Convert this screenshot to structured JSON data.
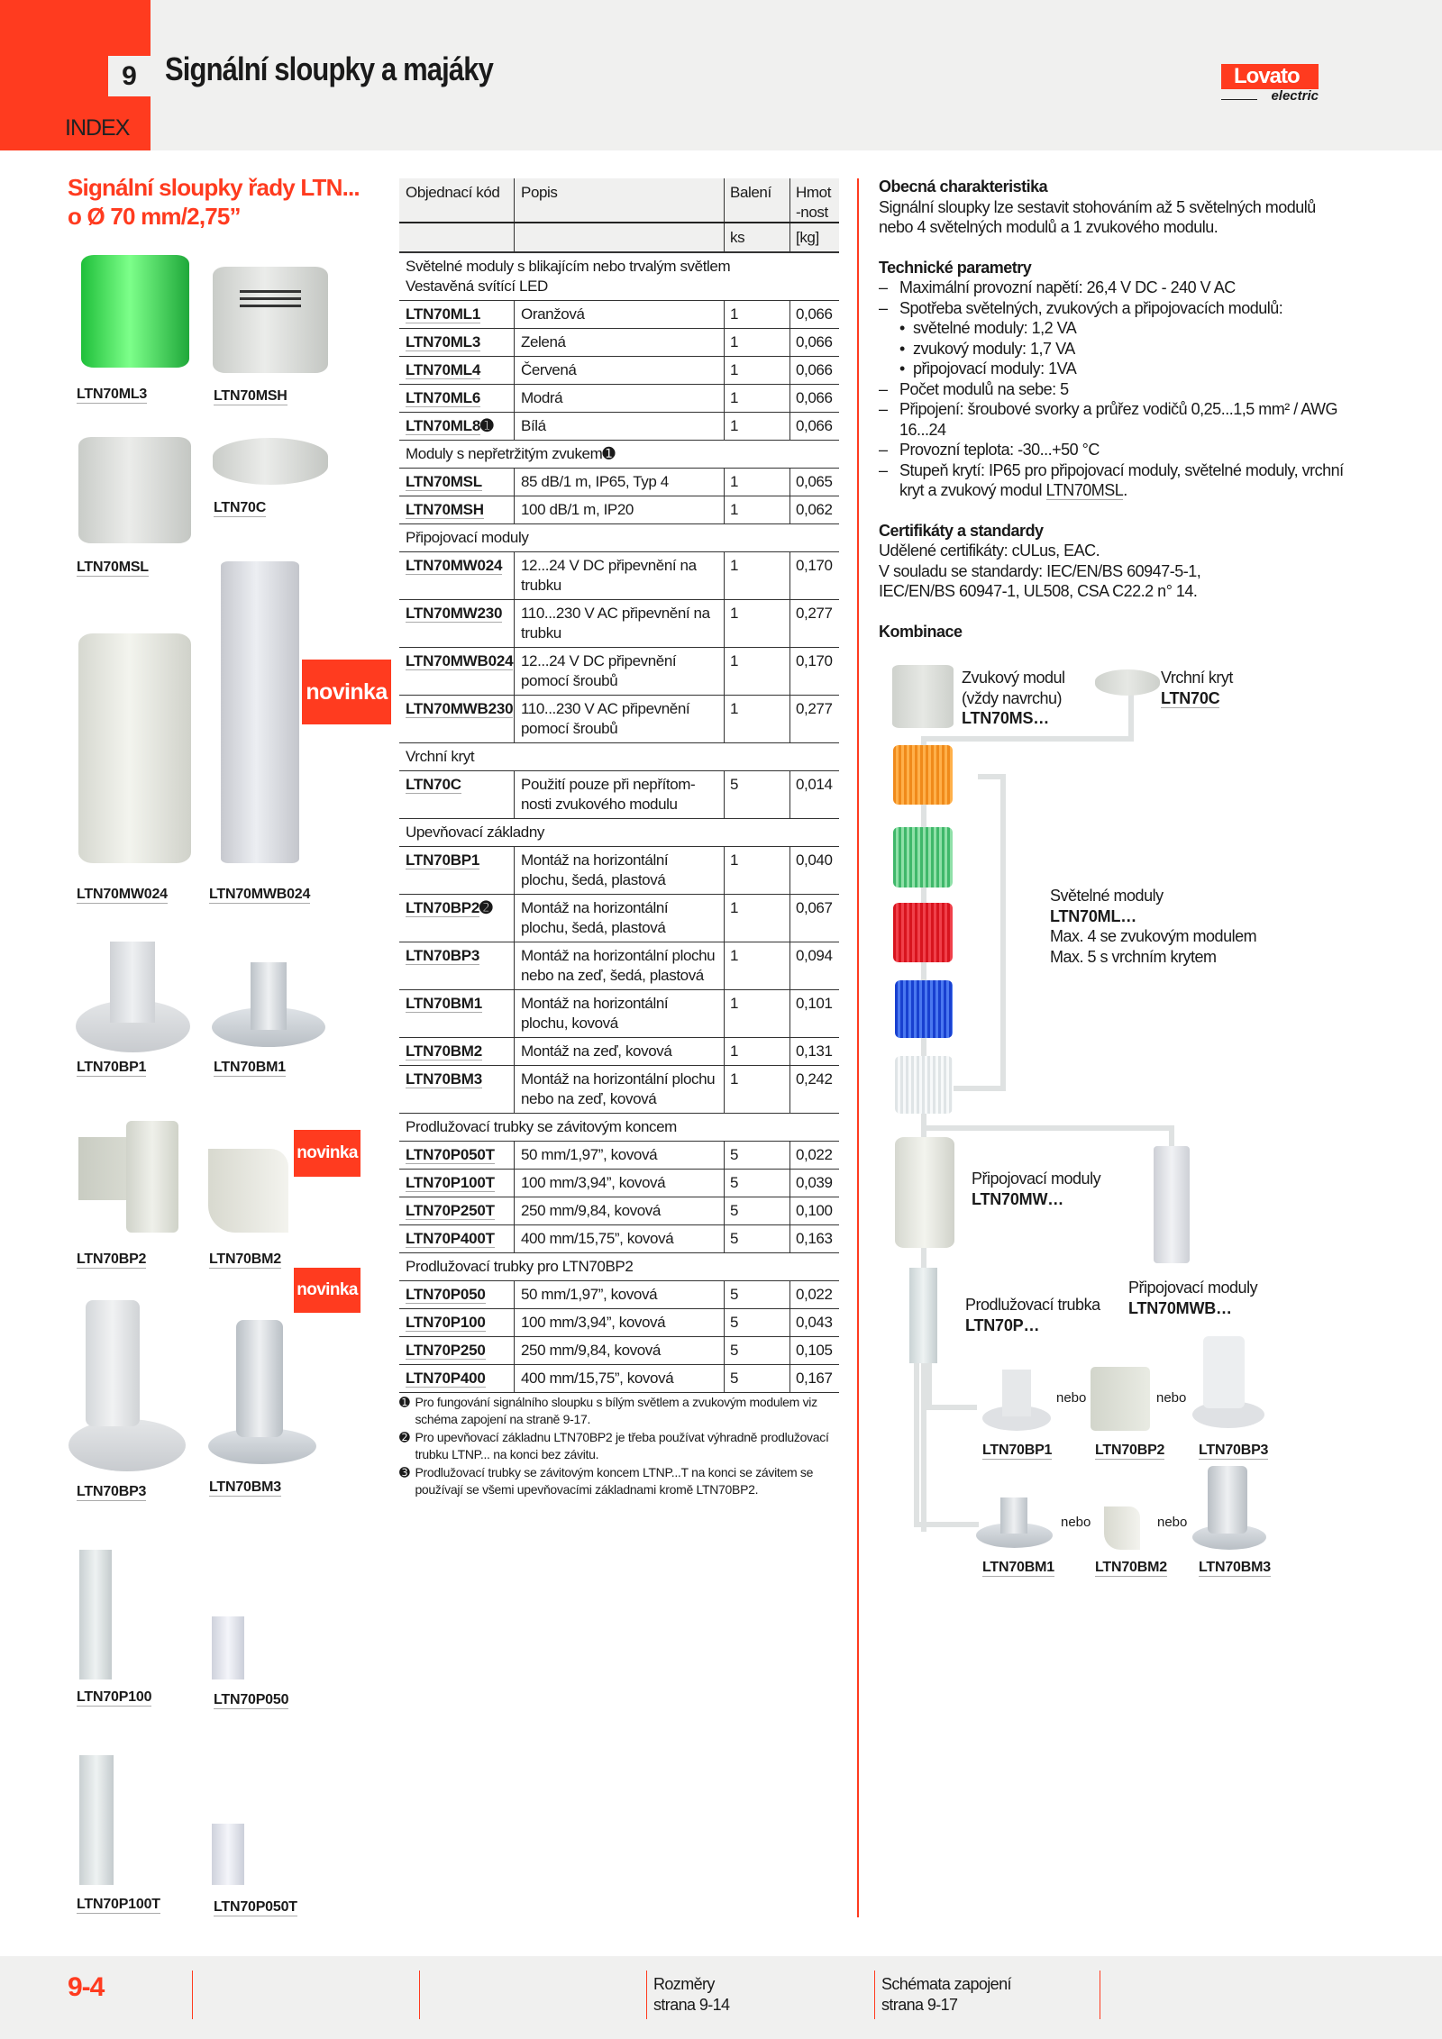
{
  "header": {
    "chapter_number": "9",
    "title": "Signální sloupky a majáky",
    "index_label": "INDEX",
    "logo_brand": "Lovato",
    "logo_sub": "electric"
  },
  "left": {
    "title_line1": "Signální sloupky řady LTN...",
    "title_line2": "o Ø 70 mm/2,75”",
    "products": [
      "LTN70ML3",
      "LTN70MSH",
      "LTN70MSL",
      "LTN70C",
      "LTN70MW024",
      "LTN70MWB024",
      "LTN70BP1",
      "LTN70BM1",
      "LTN70BP2",
      "LTN70BM2",
      "LTN70BP3",
      "LTN70BM3",
      "LTN70P100",
      "LTN70P050",
      "LTN70P100T",
      "LTN70P050T"
    ],
    "new_badge": "novinka"
  },
  "table": {
    "headers": {
      "code": "Objednací kód",
      "desc": "Popis",
      "qty": "Balení",
      "weight": "Hmot-nost",
      "qty_unit": "ks",
      "weight_unit": "[kg]"
    },
    "sections": [
      {
        "title": "Světelné moduly s blikajícím nebo trvalým světlem\nVestavěná svítící LED",
        "rows": [
          {
            "code": "LTN70ML1",
            "note": "",
            "desc": "Oranžová",
            "qty": "1",
            "weight": "0,066"
          },
          {
            "code": "LTN70ML3",
            "note": "",
            "desc": "Zelená",
            "qty": "1",
            "weight": "0,066"
          },
          {
            "code": "LTN70ML4",
            "note": "",
            "desc": "Červená",
            "qty": "1",
            "weight": "0,066"
          },
          {
            "code": "LTN70ML6",
            "note": "",
            "desc": "Modrá",
            "qty": "1",
            "weight": "0,066"
          },
          {
            "code": "LTN70ML8",
            "note": "➊",
            "desc": "Bílá",
            "qty": "1",
            "weight": "0,066"
          }
        ]
      },
      {
        "title": "Moduly s nepřetržitým zvukem➊",
        "rows": [
          {
            "code": "LTN70MSL",
            "note": "",
            "desc": "85 dB/1 m, IP65, Typ 4",
            "qty": "1",
            "weight": "0,065"
          },
          {
            "code": "LTN70MSH",
            "note": "",
            "desc": "100 dB/1 m, IP20",
            "qty": "1",
            "weight": "0,062"
          }
        ]
      },
      {
        "title": "Připojovací moduly",
        "rows": [
          {
            "code": "LTN70MW024",
            "note": "",
            "desc": "12...24 V DC připevnění na trubku",
            "qty": "1",
            "weight": "0,170"
          },
          {
            "code": "LTN70MW230",
            "note": "",
            "desc": "110...230 V AC připevnění na trubku",
            "qty": "1",
            "weight": "0,277"
          },
          {
            "code": "LTN70MWB024",
            "note": "",
            "desc": "12...24 V DC připevnění pomocí šroubů",
            "qty": "1",
            "weight": "0,170"
          },
          {
            "code": "LTN70MWB230",
            "note": "",
            "desc": "110...230 V AC připevnění pomocí šroubů",
            "qty": "1",
            "weight": "0,277"
          }
        ]
      },
      {
        "title": "Vrchní kryt",
        "rows": [
          {
            "code": "LTN70C",
            "note": "",
            "desc": "Použití pouze při nepřítom-nosti zvukového modulu",
            "qty": "5",
            "weight": "0,014"
          }
        ]
      },
      {
        "title": "Upevňovací základny",
        "rows": [
          {
            "code": "LTN70BP1",
            "note": "",
            "desc": "Montáž na horizontální plochu, šedá, plastová",
            "qty": "1",
            "weight": "0,040"
          },
          {
            "code": "LTN70BP2",
            "note": "➋",
            "desc": "Montáž na horizontální plochu, šedá, plastová",
            "qty": "1",
            "weight": "0,067"
          },
          {
            "code": "LTN70BP3",
            "note": "",
            "desc": "Montáž na horizontální plochu nebo na zeď, šedá, plastová",
            "qty": "1",
            "weight": "0,094"
          },
          {
            "code": "LTN70BM1",
            "note": "",
            "desc": "Montáž na horizontální plochu, kovová",
            "qty": "1",
            "weight": "0,101"
          },
          {
            "code": "LTN70BM2",
            "note": "",
            "desc": "Montáž na zeď, kovová",
            "qty": "1",
            "weight": "0,131"
          },
          {
            "code": "LTN70BM3",
            "note": "",
            "desc": "Montáž na horizontální plochu nebo na zeď, kovová",
            "qty": "1",
            "weight": "0,242"
          }
        ]
      },
      {
        "title": "Prodlužovací trubky se závitovým koncem",
        "rows": [
          {
            "code": "LTN70P050T",
            "note": "",
            "desc": "50 mm/1,97”, kovová",
            "qty": "5",
            "weight": "0,022"
          },
          {
            "code": "LTN70P100T",
            "note": "",
            "desc": "100 mm/3,94”, kovová",
            "qty": "5",
            "weight": "0,039"
          },
          {
            "code": "LTN70P250T",
            "note": "",
            "desc": "250 mm/9,84, kovová",
            "qty": "5",
            "weight": "0,100"
          },
          {
            "code": "LTN70P400T",
            "note": "",
            "desc": "400 mm/15,75”, kovová",
            "qty": "5",
            "weight": "0,163"
          }
        ]
      },
      {
        "title": "Prodlužovací trubky pro LTN70BP2",
        "rows": [
          {
            "code": "LTN70P050",
            "note": "",
            "desc": "50 mm/1,97”, kovová",
            "qty": "5",
            "weight": "0,022"
          },
          {
            "code": "LTN70P100",
            "note": "",
            "desc": "100 mm/3,94”, kovová",
            "qty": "5",
            "weight": "0,043"
          },
          {
            "code": "LTN70P250",
            "note": "",
            "desc": "250 mm/9,84, kovová",
            "qty": "5",
            "weight": "0,105"
          },
          {
            "code": "LTN70P400",
            "note": "",
            "desc": "400 mm/15,75”, kovová",
            "qty": "5",
            "weight": "0,167"
          }
        ]
      }
    ],
    "footnotes": [
      {
        "mark": "➊",
        "text": "Pro fungování signálního sloupku s bílým světlem a zvukovým modulem viz schéma zapojení na straně 9-17."
      },
      {
        "mark": "➋",
        "text": "Pro upevňovací základnu LTN70BP2 je třeba používat výhradně prodlužovací trubku LTNP... na konci bez závitu."
      },
      {
        "mark": "➌",
        "text": "Prodlužovací trubky se závitovým koncem LTNP...T na konci se závitem se používají se všemi upevňovacími základnami kromě LTN70BP2."
      }
    ]
  },
  "right": {
    "general_title": "Obecná charakteristika",
    "general_text": "Signální sloupky lze sestavit stohováním až 5 světelných modulů nebo 4 světelných modulů a 1 zvukového modulu.",
    "tech_title": "Technické parametry",
    "tech": [
      "Maximální provozní napětí: 26,4 V DC - 240 V AC",
      "Spotřeba světelných, zvukových a připojovacích modulů:",
      "Počet modulů na sebe: 5",
      "Připojení: šroubové svorky a průřez vodičů 0,25...1,5 mm² / AWG 16...24",
      "Provozní teplota: -30...+50 °C",
      "Stupeň krytí: IP65 pro připojovací moduly, světelné moduly, vrchní kryt a zvukový modul",
      "LTN70MSL"
    ],
    "consumption": [
      "světelné moduly: 1,2 VA",
      "zvukový moduly: 1,7 VA",
      "připojovací moduly: 1VA"
    ],
    "cert_title": "Certifikáty a standardy",
    "cert_lines": [
      "Udělené certifikáty: cULus, EAC.",
      "V souladu se standardy: IEC/EN/BS 60947-5-1,",
      "IEC/EN/BS 60947-1, UL508, CSA C22.2 n° 14."
    ],
    "combo_title": "Kombinace",
    "combo": {
      "sound_l1": "Zvukový modul",
      "sound_l2": "(vždy navrchu)",
      "sound_code": "LTN70MS…",
      "cover_l1": "Vrchní kryt",
      "cover_code": "LTN70C",
      "light_l1": "Světelné moduly",
      "light_code": "LTN70ML…",
      "light_l3": "Max. 4 se zvukovým modulem",
      "light_l4": "Max. 5 s vrchním krytem",
      "mw_l1": "Připojovací moduly",
      "mw_code": "LTN70MW…",
      "mwb_l1": "Připojovací moduly",
      "mwb_code": "LTN70MWB…",
      "tube_l1": "Prodlužovací trubka",
      "tube_code": "LTN70P…",
      "or": "nebo",
      "bases": [
        "LTN70BP1",
        "LTN70BP2",
        "LTN70BP3",
        "LTN70BM1",
        "LTN70BM2",
        "LTN70BM3"
      ]
    }
  },
  "footer": {
    "page": "9-4",
    "links": [
      {
        "l1": "Rozměry",
        "l2": "strana 9-14"
      },
      {
        "l1": "Schémata zapojení",
        "l2": "strana 9-17"
      }
    ]
  },
  "colors": {
    "accent": "#ff3b1f",
    "panel": "#f0f0ef",
    "connector": "#dfe2e2"
  }
}
